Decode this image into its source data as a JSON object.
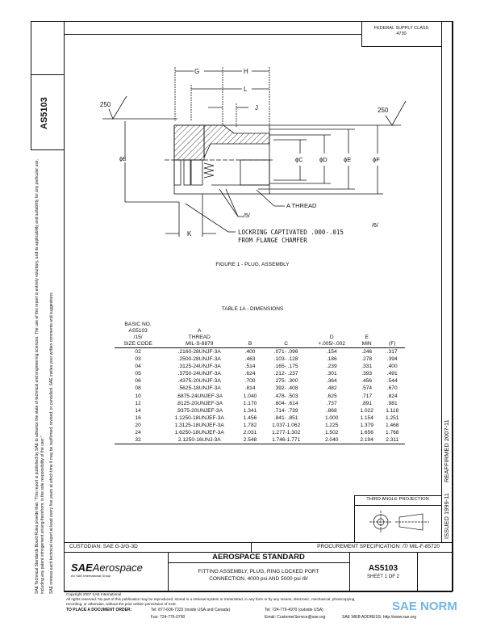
{
  "side_block": {
    "doc_number": "AS5103"
  },
  "margin_notice": [
    "SAE Technical Standards Board Rules provide that: \"This report is published by SAE to advance the state of technical and engineering sciences. The use of this report is entirely voluntary, and its applicability and suitability for any particular use, including any patent infringement arising therefrom, is the sole responsibility of the user.\"",
    "SAE reviews each technical report at least every five years at which time it may be reaffirmed, revised, or cancelled. SAE invites your written comments and suggestions."
  ],
  "header": {
    "federal_supply_class_label": "FEDERAL SUPPLY CLASS",
    "federal_supply_class": "4730"
  },
  "figure": {
    "caption": "FIGURE 1 - PLUG, ASSEMBLY",
    "labels": {
      "g": "G",
      "h": "H",
      "l": "L",
      "j": "J",
      "k": "K",
      "finish_left": "250",
      "finish_right": "250",
      "phi_b": "ϕB",
      "phi_c": "ϕC",
      "phi_d": "ϕD",
      "phi_e": "ϕE",
      "phi_f": "ϕF",
      "a_thread": "A THREAD",
      "note5": "/5/",
      "note6": "/6/",
      "lockring_line1": "LOCKRING CAPTIVATED .000-.015",
      "lockring_line2": "FROM FLANGE CHAMFER"
    }
  },
  "table": {
    "title": "TABLE 1A - DIMENSIONS",
    "headers": {
      "size": [
        "BASIC NO.",
        "AS5103",
        "/15/",
        "SIZE CODE"
      ],
      "a": [
        "A",
        "THREAD",
        "MIL-S-8879"
      ],
      "b": [
        "B"
      ],
      "c": [
        "C"
      ],
      "d": [
        "D",
        "+.005/-.002"
      ],
      "e": [
        "E",
        "MIN"
      ],
      "f": [
        "(F)"
      ]
    },
    "rows": [
      [
        "02",
        ".2160-28UNJF-3A",
        ".400",
        ".071- .096",
        ".154",
        ".246",
        ".317"
      ],
      [
        "03",
        ".2500-28UNJF-3A",
        ".463",
        ".103- .128",
        ".186",
        ".278",
        ".394"
      ],
      [
        "04",
        ".3125-24UNJF-3A",
        ".514",
        ".165- .175",
        ".239",
        ".331",
        ".400"
      ],
      [
        "05",
        ".3750-24UNJF-3A",
        ".624",
        ".212- .237",
        ".301",
        ".393",
        ".491"
      ],
      [
        "06",
        ".4375-20UNJF-3A",
        ".700",
        ".275- .300",
        ".364",
        ".456",
        ".544"
      ],
      [
        "08",
        ".5625-18UNJF-3A",
        ".814",
        ".392- .408",
        ".482",
        ".574",
        ".670"
      ],
      [
        "10",
        ".6875-24UNJEF-3A",
        "1.040",
        ".478- .503",
        ".625",
        ".717",
        ".824"
      ],
      [
        "12",
        ".8125-20UNJEF-3A",
        "1.170",
        ".604- .614",
        ".737",
        ".891",
        ".981"
      ],
      [
        "14",
        ".9375-20UNJEF-3A",
        "1.341",
        ".714- .739",
        ".868",
        "1.022",
        "1.118"
      ],
      [
        "16",
        "1.1250-18UNJEF-3A",
        "1.456",
        ".841- .851",
        "1.000",
        "1.154",
        "1.251"
      ],
      [
        "20",
        "1.3125-18UNJEF-3A",
        "1.782",
        "1.037-1.062",
        "1.225",
        "1.379",
        "1.468"
      ],
      [
        "24",
        "1.6250-18UNJEF-3A",
        "2.031",
        "1.277-1.302",
        "1.502",
        "1.656",
        "1.768"
      ],
      [
        "32",
        "2.1250-16UNJ-3A",
        "2.548",
        "1.746-1.771",
        "2.040",
        "2.194",
        "2.311"
      ]
    ]
  },
  "projection": {
    "label": "THIRD ANGLE PROJECTION"
  },
  "revision": {
    "issued": "ISSUED 1999-11",
    "reaffirmed": "REAFFIRMED 2007-11"
  },
  "title_block": {
    "custodian": "CUSTODIAN: SAE G-3/G-3D",
    "procurement": "PROCUREMENT SPECIFICATION: /7/ MIL-F-85720",
    "logo_sae": "SAE",
    "logo_aerospace": "Aerospace",
    "logo_tagline": "An SAE International Group",
    "standard": "AEROSPACE STANDARD",
    "title_line1": "FITTING ASSEMBLY, PLUG, RING LOCKED PORT",
    "title_line2": "CONNECTION, 4000 psi AND 5000 psi /8/",
    "doc_number": "AS5103",
    "sheet": "SHEET 1 OF 2"
  },
  "footer": {
    "copyright": "Copyright 2007 SAE International",
    "rights": "All rights reserved. No part of this publication may be reproduced, stored in a retrieval system or transmitted, in any form or by any means, electronic, mechanical, photocopying,",
    "rights2": "recording, or otherwise, without the prior written permission of SAE.",
    "order_label": "TO PLACE A DOCUMENT ORDER:",
    "tel_us": "Tel: 877-606-7323 (inside USA and Canada)",
    "fax": "Fax: 724-776-0790",
    "tel_intl": "Tel: 724-776-4970 (outside USA)",
    "email": "Email: CustomerService@sae.org",
    "web": "SAE WEB ADDRESS: http://www.sae.org"
  },
  "watermark": "SAE NORM",
  "colors": {
    "watermark": "#5aa9e6",
    "ink": "#111111"
  }
}
